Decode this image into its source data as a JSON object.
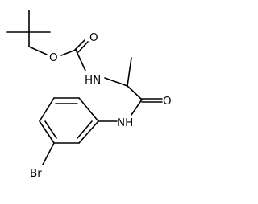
{
  "molecule": {
    "atom_labels": {
      "ester_oxygen": "O",
      "carbonyl_oxygen_top": "O",
      "carbamate_nh": "HN",
      "amide_oxygen": "O",
      "amide_nh": "NH",
      "bromine": "Br"
    }
  }
}
